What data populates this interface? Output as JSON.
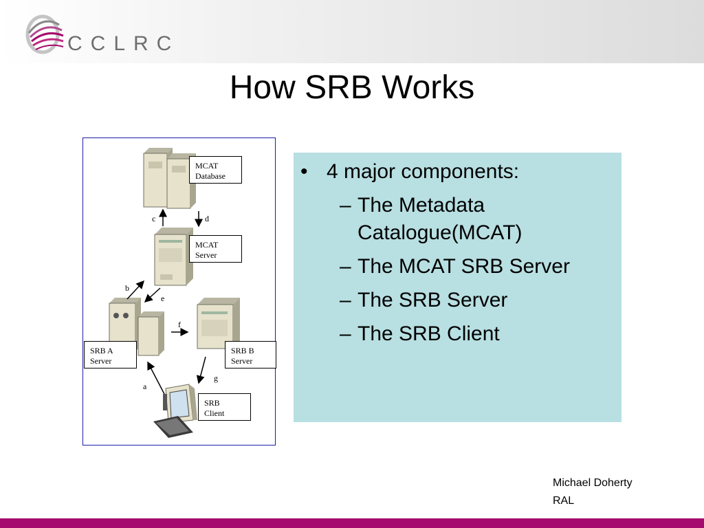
{
  "logo": {
    "text": "CCLRC",
    "icon": "cclrc-swoosh-logo"
  },
  "title": "How SRB Works",
  "diagram": {
    "labels": {
      "mcat_database": [
        "MCAT",
        "Database"
      ],
      "mcat_server": [
        "MCAT",
        "Server"
      ],
      "srb_a_server": [
        "SRB A",
        "Server"
      ],
      "srb_b_server": [
        "SRB B",
        "Server"
      ],
      "srb_client": [
        "SRB",
        "Client"
      ]
    },
    "arrows": [
      "a",
      "b",
      "c",
      "d",
      "e",
      "f",
      "g"
    ],
    "colors": {
      "frame": "#1a1aa8",
      "server": "#e6e2cc",
      "server_shadow": "#a9a690"
    }
  },
  "bullets": {
    "main": "4 major components:",
    "bullet_char": "•",
    "dash_char": "–",
    "subs": [
      "The Metadata Catalogue(MCAT)",
      "The MCAT SRB Server",
      "The SRB Server",
      "The SRB Client"
    ],
    "panel_color": "#b8dfe2"
  },
  "footer": {
    "name": "Michael Doherty",
    "org": "RAL",
    "bar_color": "#a50a6e"
  }
}
